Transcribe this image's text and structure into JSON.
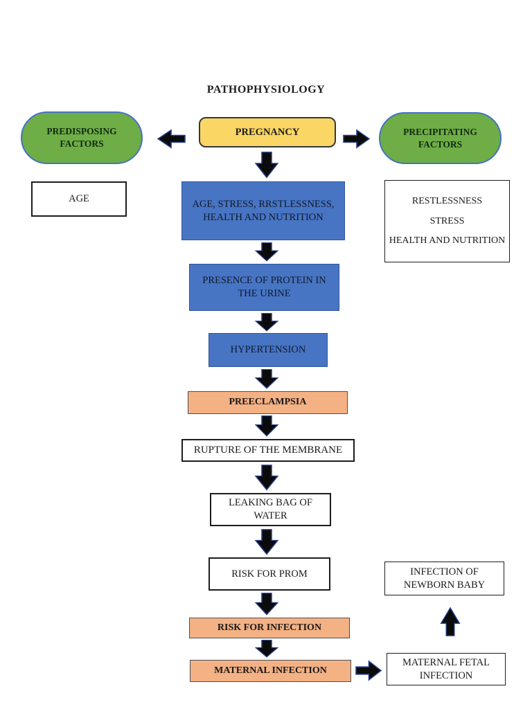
{
  "title": "PATHOPHYSIOLOGY",
  "colors": {
    "factor_green": "#6fad47",
    "pregnancy_yellow": "#fad664",
    "process_blue": "#4775c4",
    "alert_orange": "#f4b183",
    "box_white": "#ffffff",
    "arrow_black": "#0b0b0b",
    "arrow_outline_navy": "#27408b",
    "oval_border_blue": "#4472c4"
  },
  "nodes": {
    "predisposing_factors": "PREDISPOSING FACTORS",
    "pregnancy": "PREGNANCY",
    "precipitating_factors": "PRECIPITATING FACTORS",
    "age": "AGE",
    "center_factors": "AGE, STRESS, RRSTLESSNESS, HEALTH AND NUTRITION",
    "right_factors": {
      "line1": "RESTLESSNESS",
      "line2": "STRESS",
      "line3": "HEALTH AND NUTRITION"
    },
    "protein_urine": "PRESENCE OF PROTEIN IN THE URINE",
    "hypertension": "HYPERTENSION",
    "preeclampsia": "PREECLAMPSIA",
    "rupture_membrane": "RUPTURE OF THE MEMBRANE",
    "leaking_bag": "LEAKING BAG OF WATER",
    "risk_prom": "RISK FOR PROM",
    "risk_infection": "RISK FOR INFECTION",
    "maternal_infection": "MATERNAL INFECTION",
    "infection_newborn": "INFECTION OF NEWBORN BABY",
    "maternal_fetal_infection": "MATERNAL FETAL INFECTION"
  }
}
